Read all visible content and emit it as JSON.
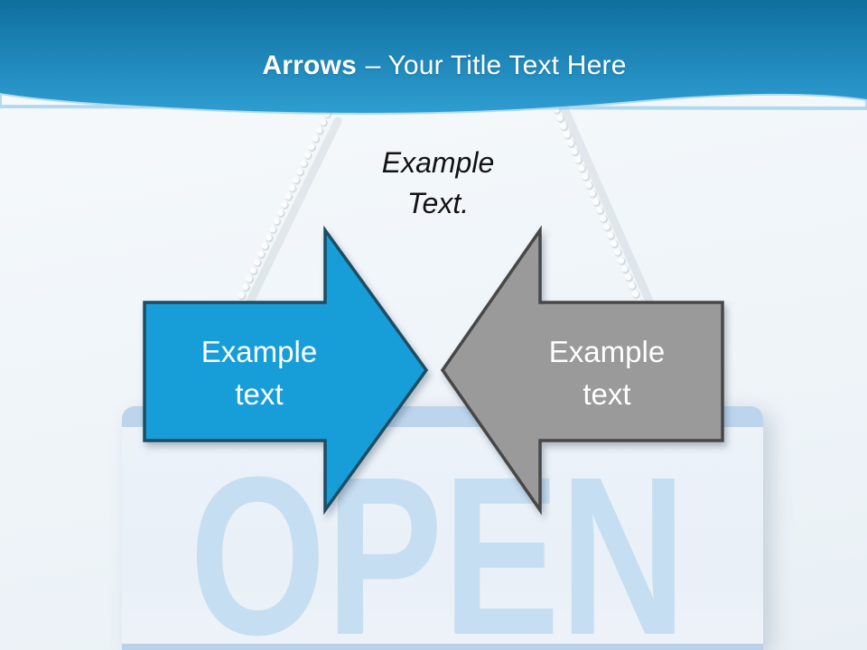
{
  "slide": {
    "header": {
      "title_bold": "Arrows",
      "title_rest": "– Your Title Text Here"
    },
    "annotation": "Example Text.",
    "arrow_left": {
      "label": "Example text",
      "fill": "#179ed9",
      "stroke": "#1b4d64"
    },
    "arrow_right": {
      "label": "Example text",
      "fill": "#9b9a9b",
      "stroke": "#474747"
    },
    "sign": {
      "word": "OPEN"
    },
    "colors": {
      "band_top": "#0f6f9f",
      "band_bottom": "#2e9dd1",
      "band_rim": "#6fbce2",
      "sign_text": "#c6def1",
      "sign_bar": "#bcd5ec"
    }
  }
}
